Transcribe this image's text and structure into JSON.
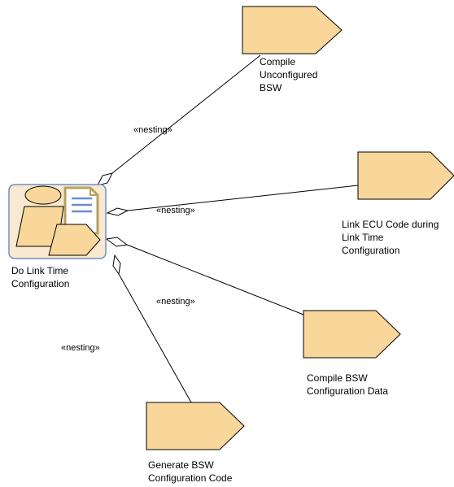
{
  "colors": {
    "shape_fill": "#f9d69a",
    "shape_stroke": "#000000",
    "activity_fill": "#f9e9d0",
    "activity_border": "#6b8fc4",
    "doc_border": "#b8a060",
    "doc_lines": "#6a8fd0",
    "connector": "#000000"
  },
  "center_node": {
    "label": "Do Link Time\nConfiguration",
    "icon": "process-with-document-icon"
  },
  "nodes": [
    {
      "label": "Compile\nUnconfigured\nBSW"
    },
    {
      "label": "Link ECU Code during\nLink Time\nConfiguration"
    },
    {
      "label": "Compile BSW\nConfiguration Data"
    },
    {
      "label": "Generate BSW\nConfiguration Code"
    }
  ],
  "connectors": [
    {
      "stereotype": "«nesting»"
    },
    {
      "stereotype": "«nesting»"
    },
    {
      "stereotype": "«nesting»"
    },
    {
      "stereotype": "«nesting»"
    }
  ]
}
